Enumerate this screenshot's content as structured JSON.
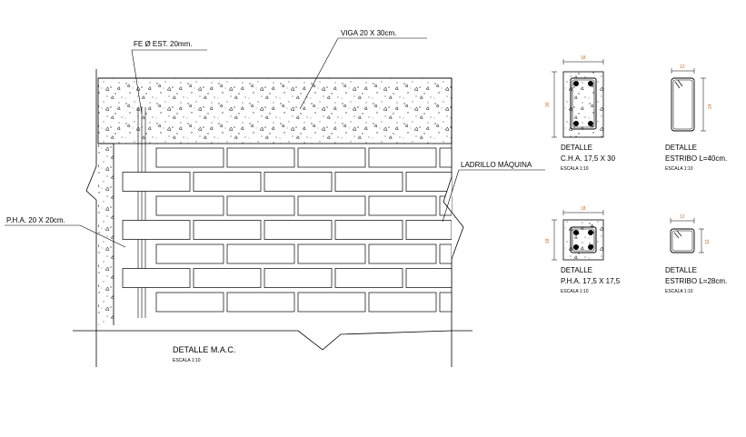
{
  "main_detail": {
    "viga_label": "VIGA 20 X 30cm.",
    "fe_label": "FE Ø EST. 20mm.",
    "ladrillo_label": "LADRILLO MÁQUINA",
    "pha_label": "P.H.A. 20 X 20cm.",
    "title": "DETALLE M.A.C.",
    "scale": "ESCALA 1:10"
  },
  "details": [
    {
      "title": "DETALLE",
      "subtitle": "C.H.A. 17,5 X 30",
      "scale": "ESCALA 1:10",
      "dim_w": "18",
      "dim_h": "30"
    },
    {
      "title": "DETALLE",
      "subtitle": "ESTRIBO L=40cm.",
      "scale": "ESCALA 1:10",
      "dim_w": "12",
      "dim_h": "24"
    },
    {
      "title": "DETALLE",
      "subtitle": "P.H.A. 17,5 X 17,5",
      "scale": "ESCALA 1:10",
      "dim_w": "18",
      "dim_h": "18"
    },
    {
      "title": "DETALLE",
      "subtitle": "ESTRIBO L=28cm.",
      "scale": "ESCALA 1:10",
      "dim_w": "12",
      "dim_h": "12"
    }
  ],
  "colors": {
    "line": "#000000",
    "dimension": "#d2691e",
    "background": "#ffffff"
  }
}
